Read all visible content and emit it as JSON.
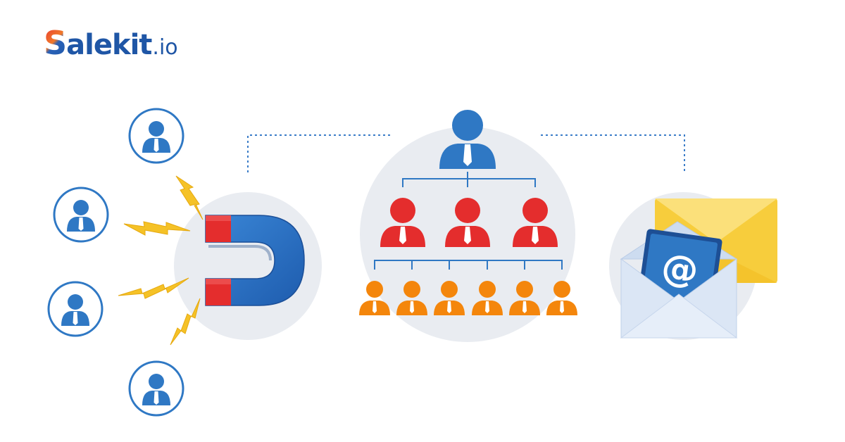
{
  "brand": {
    "logo_initial": "S",
    "logo_main": "alekit",
    "logo_suffix": ".io"
  },
  "icons": {
    "email_symbol": "@"
  },
  "colors": {
    "brand_blue": "#1f56a6",
    "brand_red": "#e8372f",
    "person_blue": "#2f78c4",
    "person_red": "#e42d2d",
    "person_orange": "#f4860c",
    "envelope_yellow": "#f7cd3c",
    "envelope_light": "#dbe6f5",
    "circle_bg": "#e9ecf1",
    "bolt_yellow": "#f5c227"
  }
}
